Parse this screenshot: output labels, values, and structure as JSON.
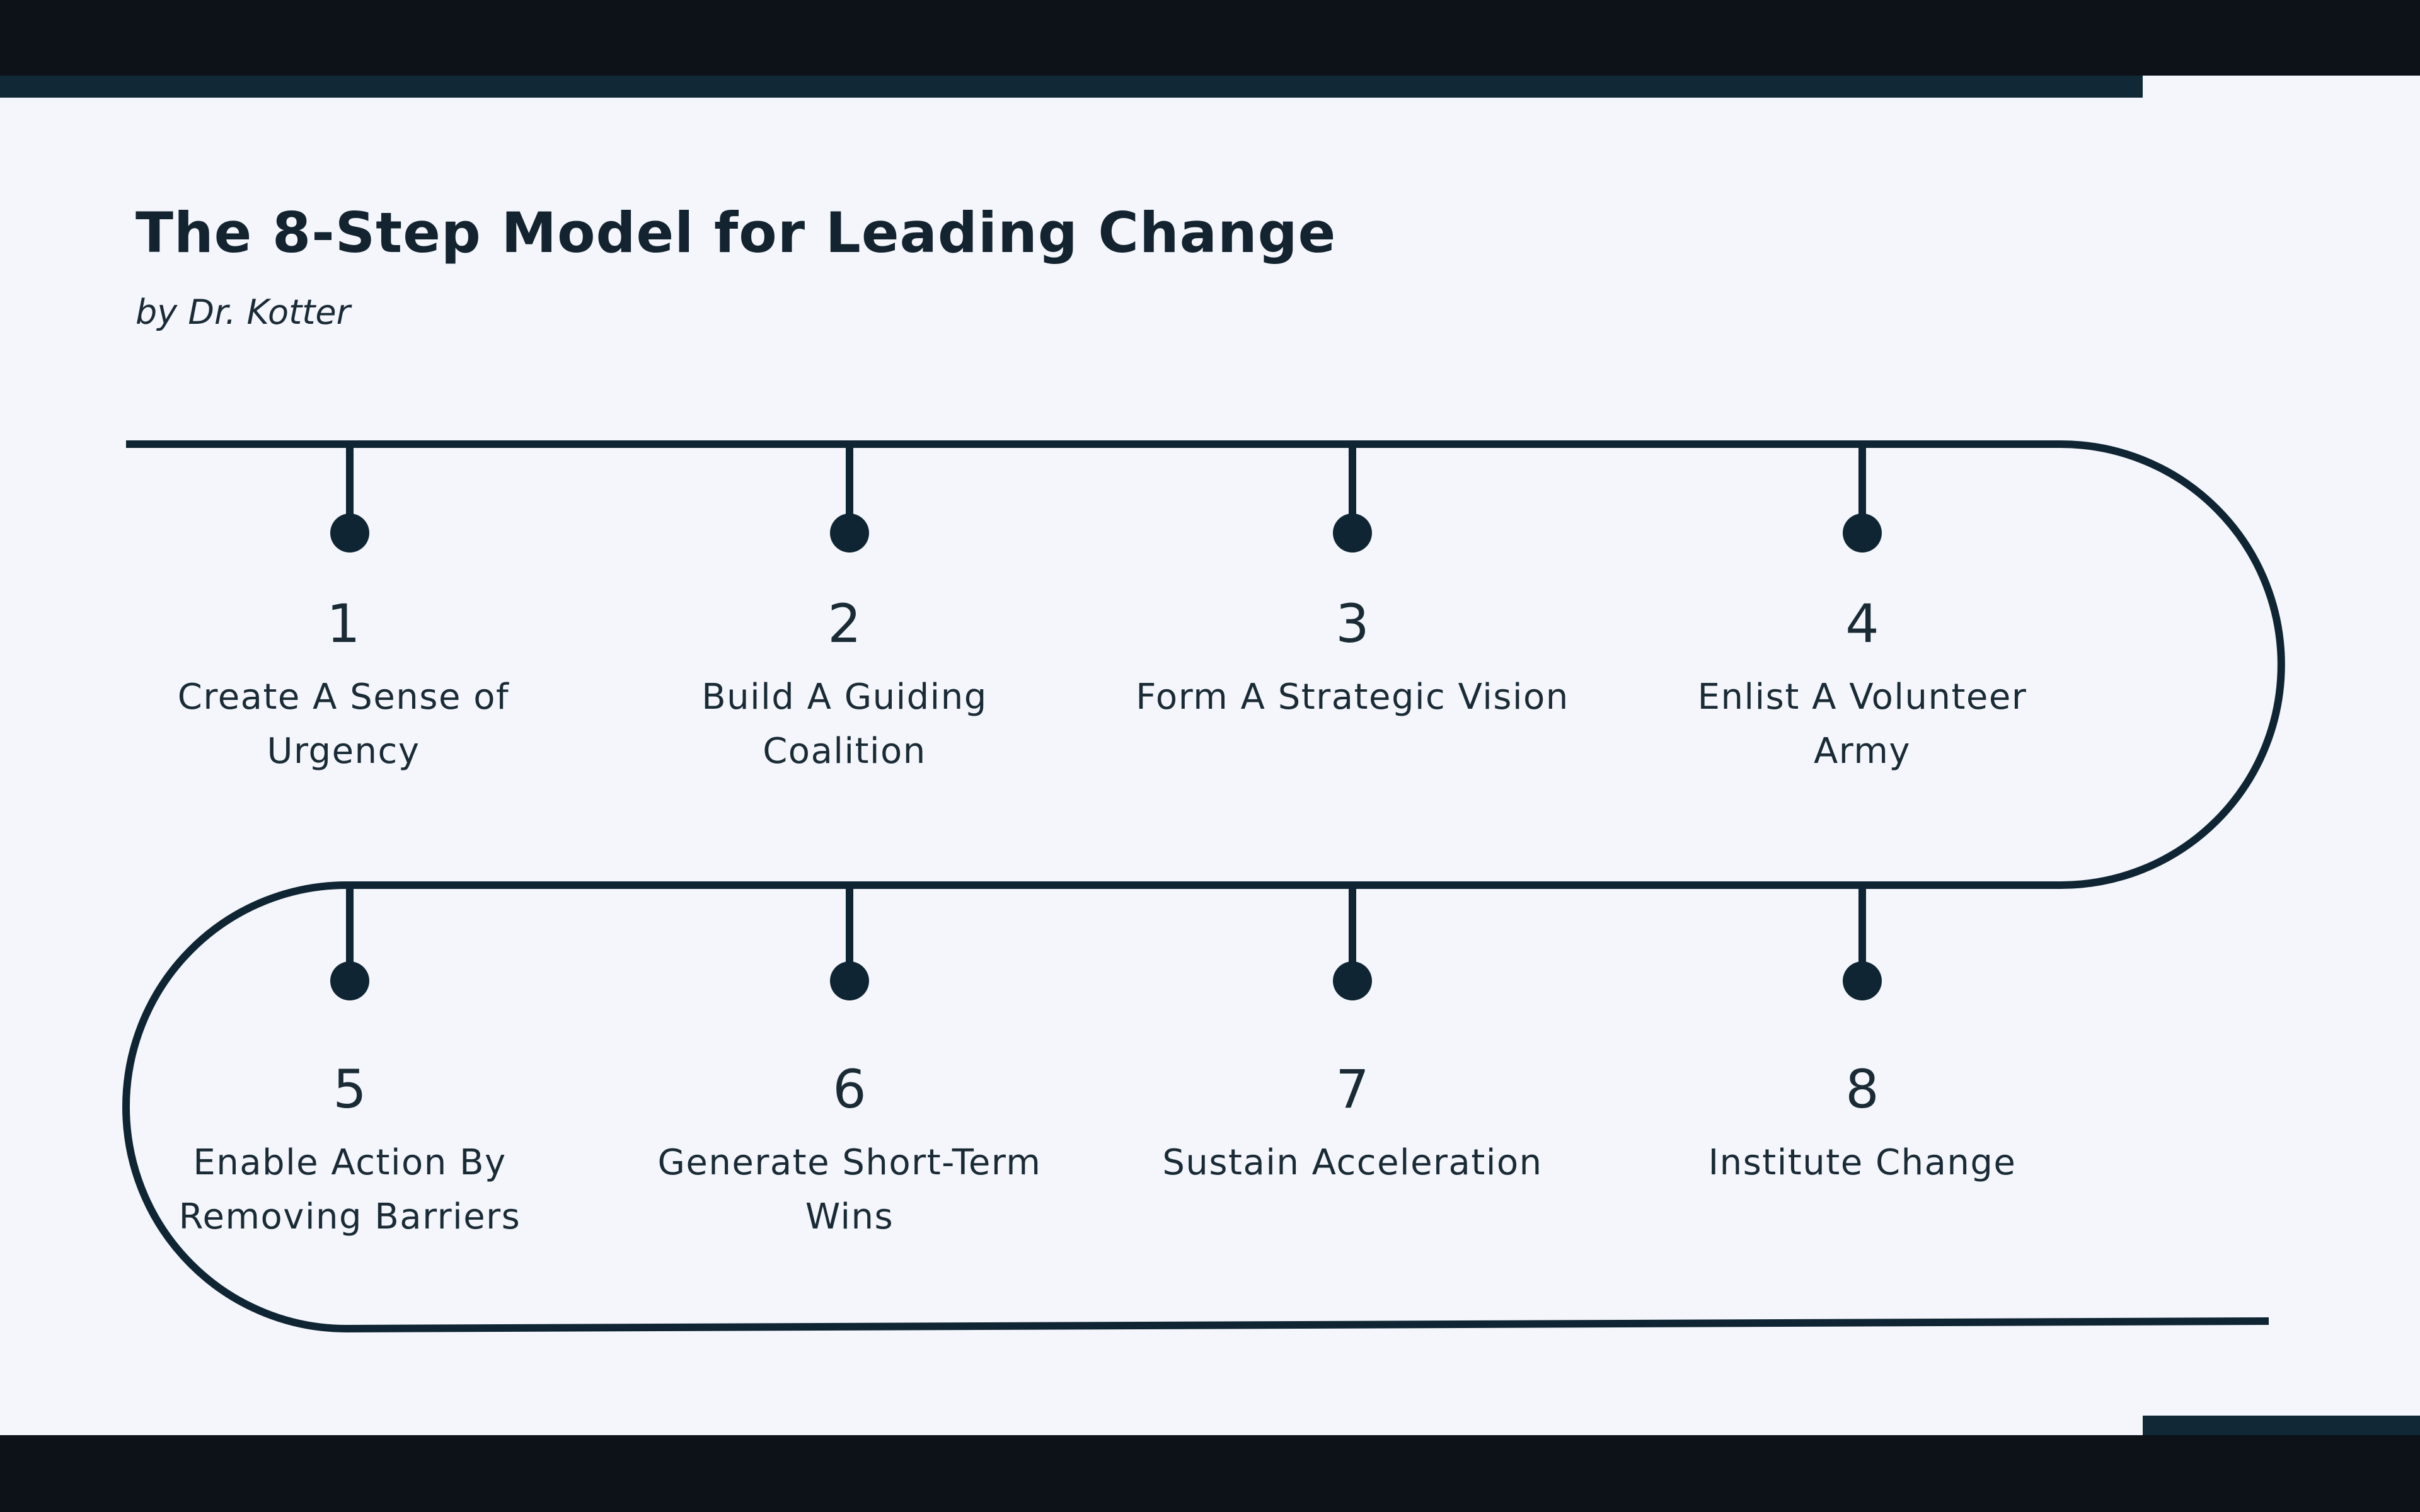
{
  "header": {
    "title": "The 8-Step Model for Leading Change",
    "subtitle": "by Dr. Kotter"
  },
  "colors": {
    "background": "#f4f6fb",
    "dark_band": "#0c1218",
    "accent_band": "#112936",
    "path": "#0f2533",
    "text": "#1a2b36"
  },
  "steps": [
    {
      "number": "1",
      "label": "Create A Sense of Urgency"
    },
    {
      "number": "2",
      "label": "Build A Guiding Coalition"
    },
    {
      "number": "3",
      "label": "Form A Strategic Vision"
    },
    {
      "number": "4",
      "label": "Enlist A Volunteer Army"
    },
    {
      "number": "5",
      "label": "Enable Action By Removing Barriers"
    },
    {
      "number": "6",
      "label": "Generate Short-Term Wins"
    },
    {
      "number": "7",
      "label": "Sustain Acceleration"
    },
    {
      "number": "8",
      "label": "Institute Change"
    }
  ]
}
